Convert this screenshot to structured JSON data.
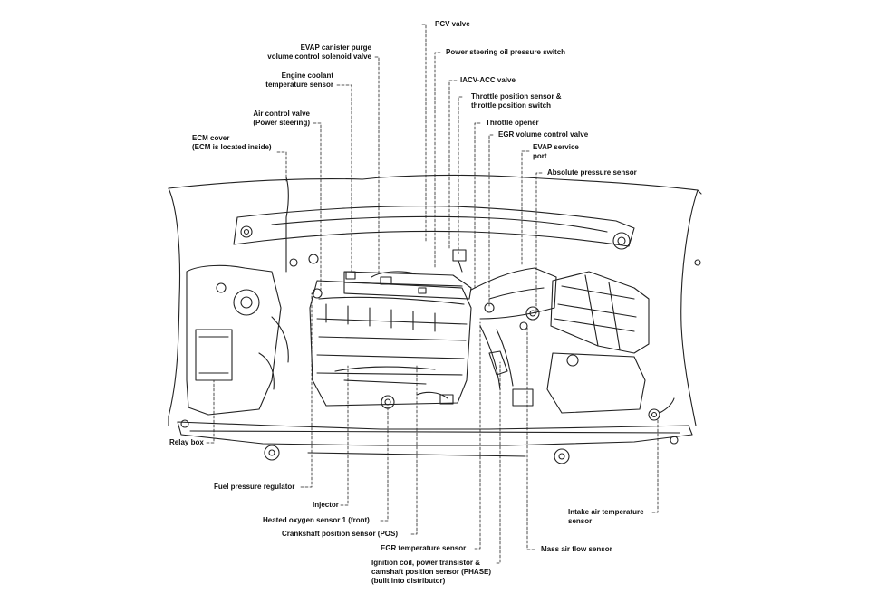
{
  "labels": {
    "pcv_valve": [
      "PCV valve"
    ],
    "power_steering_switch": [
      "Power steering oil pressure switch"
    ],
    "evap_purge": [
      "EVAP canister purge",
      "volume control solenoid valve"
    ],
    "engine_coolant": [
      "Engine coolant",
      "temperature sensor"
    ],
    "iacv": [
      "IACV-ACC valve"
    ],
    "throttle_position": [
      "Throttle position sensor &",
      "throttle position switch"
    ],
    "air_control": [
      "Air control valve",
      "(Power steering)"
    ],
    "throttle_opener": [
      "Throttle opener"
    ],
    "egr_volume": [
      "EGR volume control valve"
    ],
    "ecm_cover": [
      "ECM cover",
      "(ECM is located inside)"
    ],
    "evap_service": [
      "EVAP service",
      "port"
    ],
    "absolute_pressure": [
      "Absolute pressure sensor"
    ],
    "relay_box": [
      "Relay box"
    ],
    "fuel_pressure": [
      "Fuel pressure regulator"
    ],
    "injector": [
      "Injector"
    ],
    "heated_oxygen": [
      "Heated oxygen sensor 1 (front)"
    ],
    "crankshaft": [
      "Crankshaft position sensor (POS)"
    ],
    "egr_temp": [
      "EGR temperature sensor"
    ],
    "ignition_coil": [
      "Ignition coil, power transistor &",
      "camshaft position sensor (PHASE)",
      "(built into distributor)"
    ],
    "intake_air": [
      "Intake air temperature",
      "sensor"
    ],
    "mass_air_flow": [
      "Mass air flow sensor"
    ]
  }
}
